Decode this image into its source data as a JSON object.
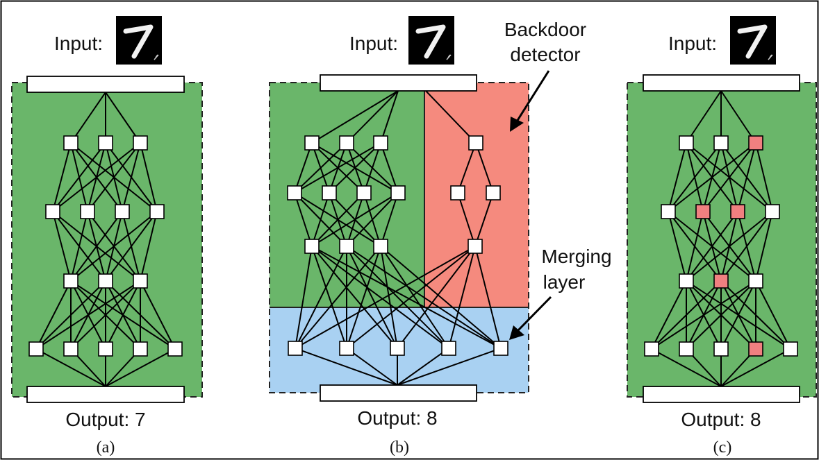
{
  "colors": {
    "green": "#6ab66a",
    "red": "#f58a7e",
    "blue": "#a9d1f2",
    "node_white": "#ffffff",
    "node_red": "#f08080",
    "frame": "#000000"
  },
  "panels": [
    {
      "id": "a",
      "input_label": "Input:",
      "output_label": "Output: 7",
      "caption": "(a)"
    },
    {
      "id": "b",
      "input_label": "Input:",
      "output_label": "Output: 8",
      "caption": "(b)",
      "annotations": {
        "backdoor_line1": "Backdoor",
        "backdoor_line2": "detector",
        "merging_line1": "Merging",
        "merging_line2": "layer"
      }
    },
    {
      "id": "c",
      "input_label": "Input:",
      "output_label": "Output: 8",
      "caption": "(c)"
    }
  ],
  "input_image_icon": "handwritten-digit-7-thumbnail"
}
